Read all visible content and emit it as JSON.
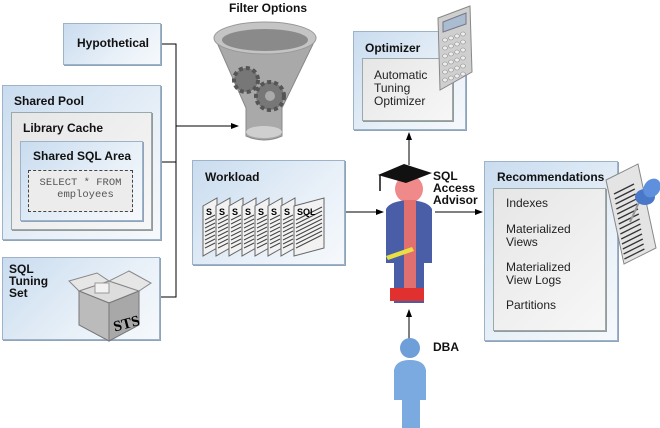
{
  "sources": {
    "hypothetical": "Hypothetical",
    "shared_pool": "Shared Pool",
    "library_cache": "Library Cache",
    "shared_sql_area": "Shared SQL Area",
    "sql_statement_line1": "SELECT * FROM",
    "sql_statement_line2": "employees",
    "sql_tuning_set_line1": "SQL",
    "sql_tuning_set_line2": "Tuning",
    "sql_tuning_set_line3": "Set",
    "sts_box_label": "STS"
  },
  "filter_options": "Filter Options",
  "workload": {
    "title": "Workload",
    "doc_label": "SQL"
  },
  "optimizer": {
    "title": "Optimizer",
    "line1": "Automatic",
    "line2": "Tuning",
    "line3": "Optimizer"
  },
  "advisor": {
    "line1": "SQL",
    "line2": "Access",
    "line3": "Advisor"
  },
  "dba": "DBA",
  "recommendations": {
    "title": "Recommendations",
    "items": [
      {
        "line1": "Indexes",
        "line2": ""
      },
      {
        "line1": "Materialized",
        "line2": "Views"
      },
      {
        "line1": "Materialized",
        "line2": "View Logs"
      },
      {
        "line1": "Partitions",
        "line2": ""
      }
    ]
  }
}
